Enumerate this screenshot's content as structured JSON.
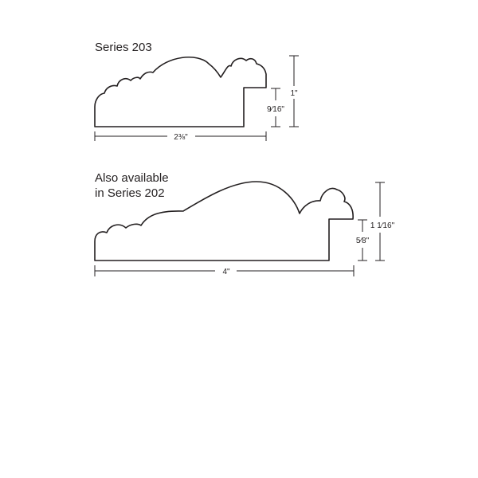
{
  "profiles": [
    {
      "title": "Series 203",
      "width_label": "2⅜\"",
      "height_label": "1\"",
      "rabbet_label": "9⁄16\""
    },
    {
      "title_line1": "Also available",
      "title_line2": "in Series 202",
      "width_label": "4\"",
      "height_label": "1 1⁄16\"",
      "rabbet_label": "5⁄8\""
    }
  ]
}
